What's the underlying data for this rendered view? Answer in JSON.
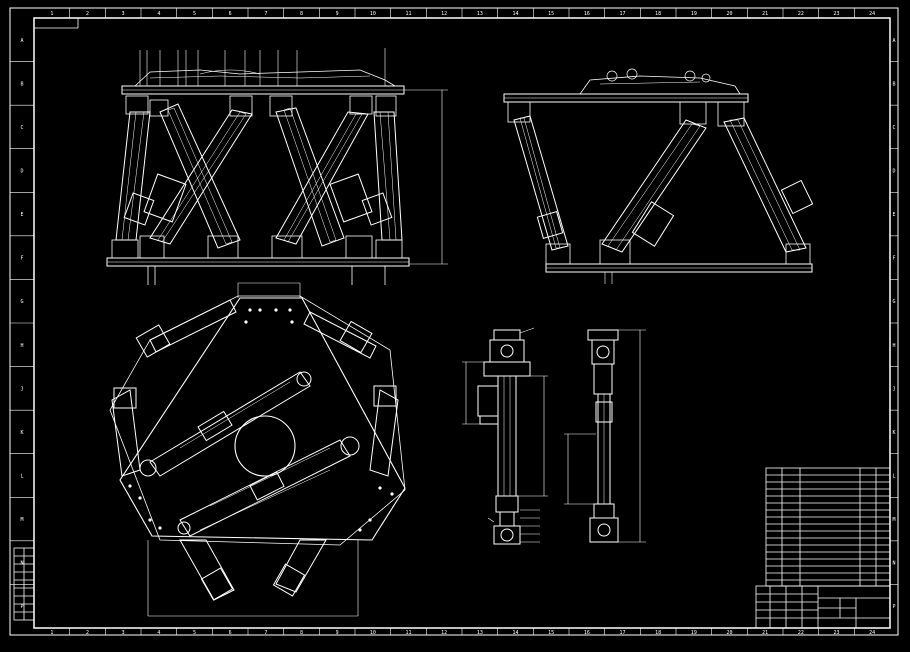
{
  "drawing": {
    "background": "#000000",
    "line_color": "#ffffff",
    "top_ruler": [
      "1",
      "2",
      "3",
      "4",
      "5",
      "6",
      "7",
      "8",
      "9",
      "10",
      "11",
      "12",
      "13",
      "14",
      "15",
      "16",
      "17",
      "18",
      "19",
      "20",
      "21",
      "22",
      "23",
      "24"
    ],
    "bottom_ruler": [
      "1",
      "2",
      "3",
      "4",
      "5",
      "6",
      "7",
      "8",
      "9",
      "10",
      "11",
      "12",
      "13",
      "14",
      "15",
      "16",
      "17",
      "18",
      "19",
      "20",
      "21",
      "22",
      "23",
      "24"
    ],
    "left_ruler": [
      "A",
      "B",
      "C",
      "D",
      "E",
      "F",
      "G",
      "H",
      "J",
      "K",
      "L",
      "M",
      "N",
      "P"
    ],
    "right_ruler": [
      "A",
      "B",
      "C",
      "D",
      "E",
      "F",
      "G",
      "H",
      "J",
      "K",
      "L",
      "M",
      "N",
      "P"
    ]
  }
}
